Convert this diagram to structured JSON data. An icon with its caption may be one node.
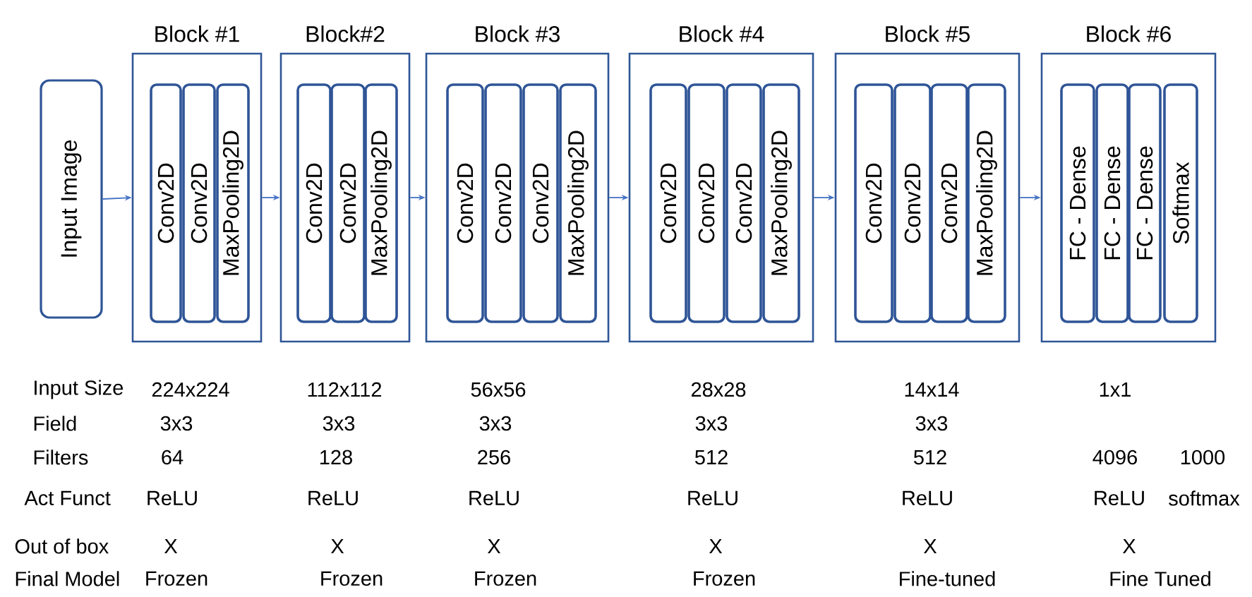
{
  "diagram": {
    "nodes": [
      {
        "text": [
          "Input Image"
        ]
      },
      {
        "text": [
          "Block #1"
        ]
      },
      {
        "text": [
          "Conv2D"
        ],
        "in": 1
      },
      {
        "text": [
          "Conv2D"
        ],
        "in": 1
      },
      {
        "text": [
          "MaxPooling2D"
        ],
        "in": 1
      },
      {
        "text": [
          "Block#2"
        ]
      },
      {
        "text": [
          "Conv2D"
        ],
        "in": 5
      },
      {
        "text": [
          "Conv2D"
        ],
        "in": 5
      },
      {
        "text": [
          "MaxPooling2D"
        ],
        "in": 5
      },
      {
        "text": [
          "Block #3"
        ]
      },
      {
        "text": [
          "Conv2D"
        ],
        "in": 9
      },
      {
        "text": [
          "Conv2D"
        ],
        "in": 9
      },
      {
        "text": [
          "Conv2D"
        ],
        "in": 9
      },
      {
        "text": [
          "MaxPooling2D"
        ],
        "in": 9
      },
      {
        "text": [
          "Block #4"
        ]
      },
      {
        "text": [
          "Conv2D"
        ],
        "in": 14
      },
      {
        "text": [
          "Conv2D"
        ],
        "in": 14
      },
      {
        "text": [
          "Conv2D"
        ],
        "in": 14
      },
      {
        "text": [
          "MaxPooling2D"
        ],
        "in": 14
      },
      {
        "text": [
          "Block #5"
        ]
      },
      {
        "text": [
          "Conv2D"
        ],
        "in": 19
      },
      {
        "text": [
          "Conv2D"
        ],
        "in": 19
      },
      {
        "text": [
          "Conv2D"
        ],
        "in": 19
      },
      {
        "text": [
          "MaxPooling2D"
        ],
        "in": 19
      },
      {
        "text": [
          "Block #6"
        ]
      },
      {
        "text": [
          "FC - Dense"
        ],
        "in": 24
      },
      {
        "text": [
          "FC - Dense"
        ],
        "in": 24
      },
      {
        "text": [
          "FC - Dense"
        ],
        "in": 24
      },
      {
        "text": [
          "Softmax"
        ],
        "in": 24
      }
    ],
    "edges": [
      {
        "from": 0,
        "to": 1,
        "arrow": "to"
      },
      {
        "from": 1,
        "to": 5,
        "arrow": "to"
      },
      {
        "from": 5,
        "to": 9,
        "arrow": "to"
      },
      {
        "from": 9,
        "to": 14,
        "arrow": "to"
      },
      {
        "from": 14,
        "to": 19,
        "arrow": "to"
      },
      {
        "from": 19,
        "to": 24,
        "arrow": "to"
      }
    ],
    "labels": [
      "Input Size",
      "224x224",
      "112x112",
      "56x56",
      "28x28",
      "14x14",
      "1x1",
      "Field",
      "3x3",
      "3x3",
      "3x3",
      "3x3",
      "3x3",
      "Filters",
      "64",
      "128",
      "256",
      "512",
      "512",
      "4096",
      "1000",
      "Act Funct",
      "ReLU",
      "ReLU",
      "ReLU",
      "ReLU",
      "ReLU",
      "ReLU",
      "softmax",
      "Out of box",
      "X",
      "X",
      "X",
      "X",
      "X",
      "X",
      "Final Model",
      "Frozen",
      "Frozen",
      "Frozen",
      "Frozen",
      "Fine-tuned",
      "Fine Tuned"
    ]
  }
}
